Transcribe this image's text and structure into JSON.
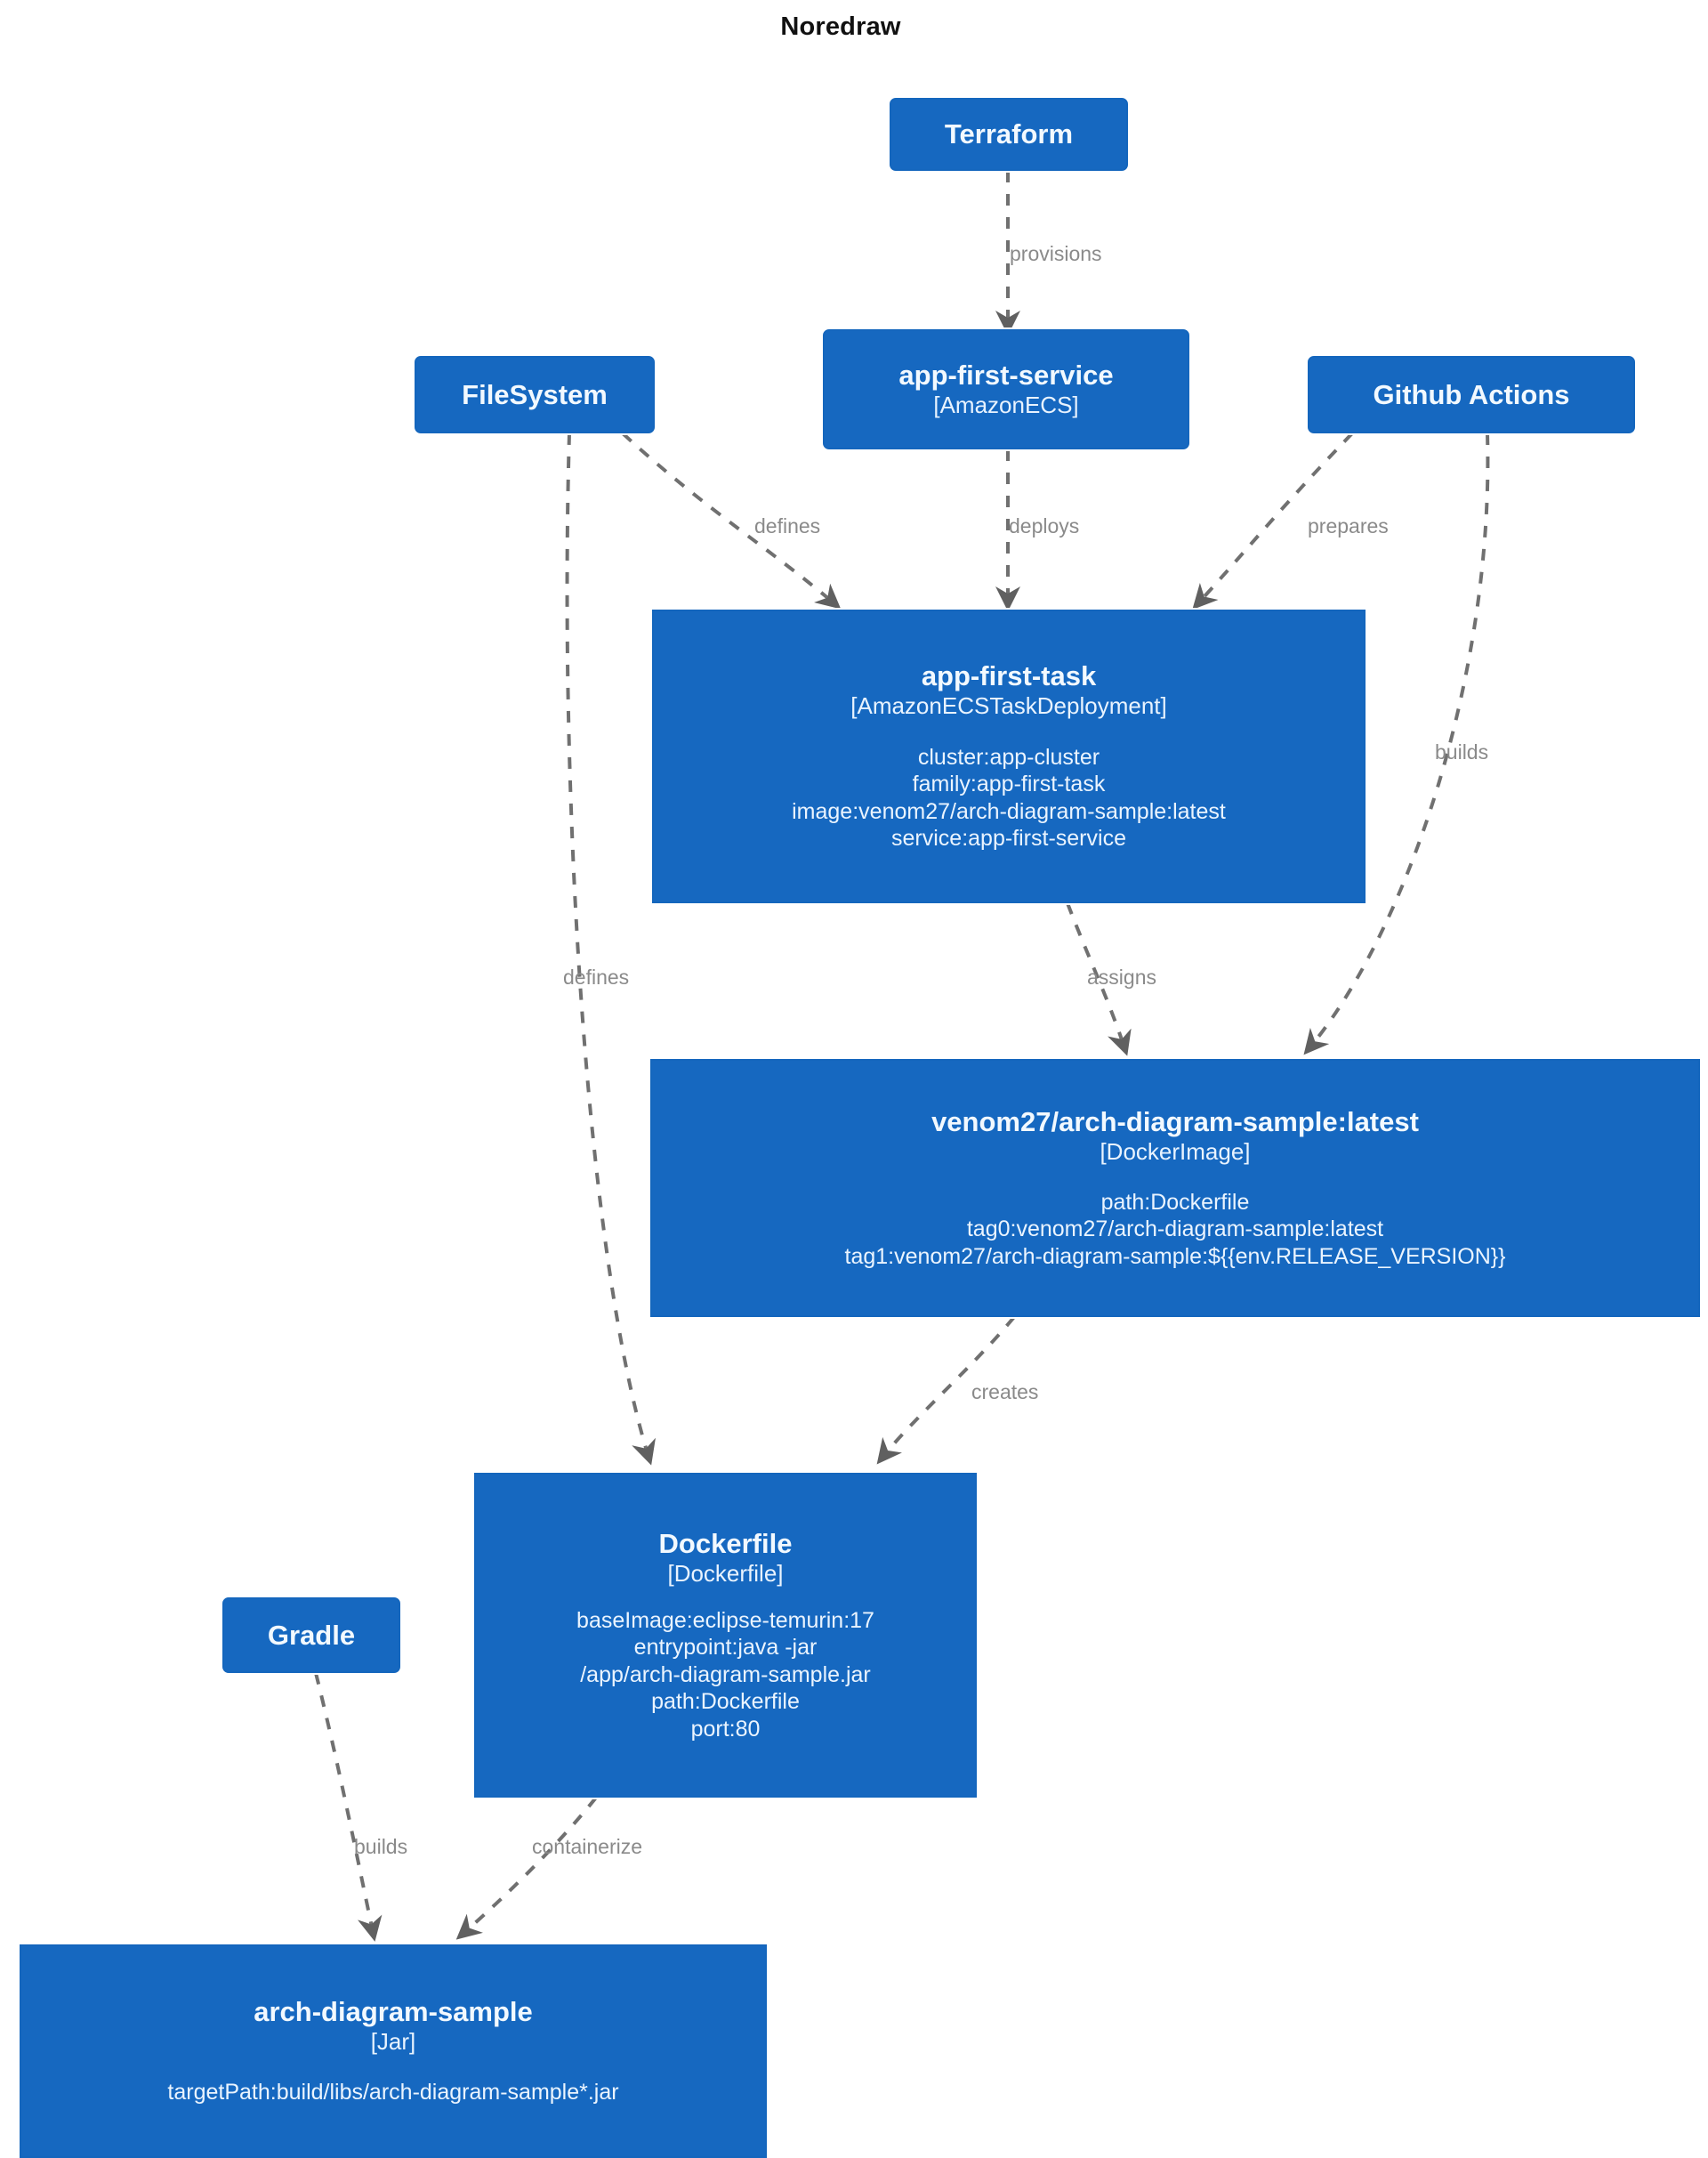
{
  "diagram": {
    "title": "Noredraw",
    "type": "architecture-diagram",
    "colors": {
      "node_fill": "#1668c0",
      "node_text": "#ffffff",
      "edge": "#707070",
      "edge_label": "#8a8a8a",
      "background": "#ffffff"
    },
    "nodes": [
      {
        "id": "terraform",
        "title": "Terraform",
        "type": "",
        "props": ""
      },
      {
        "id": "filesystem",
        "title": "FileSystem",
        "type": "",
        "props": ""
      },
      {
        "id": "app-first-service",
        "title": "app-first-service",
        "type": "[AmazonECS]",
        "props": ""
      },
      {
        "id": "github-actions",
        "title": "Github Actions",
        "type": "",
        "props": ""
      },
      {
        "id": "app-first-task",
        "title": "app-first-task",
        "type": "[AmazonECSTaskDeployment]",
        "props": "cluster:app-cluster\nfamily:app-first-task\nimage:venom27/arch-diagram-sample:latest\nservice:app-first-service"
      },
      {
        "id": "docker-image",
        "title": "venom27/arch-diagram-sample:latest",
        "type": "[DockerImage]",
        "props": "path:Dockerfile\ntag0:venom27/arch-diagram-sample:latest\ntag1:venom27/arch-diagram-sample:${{env.RELEASE_VERSION}}"
      },
      {
        "id": "dockerfile",
        "title": "Dockerfile",
        "type": "[Dockerfile]",
        "props": "baseImage:eclipse-temurin:17\nentrypoint:java -jar\n/app/arch-diagram-sample.jar\npath:Dockerfile\nport:80"
      },
      {
        "id": "gradle",
        "title": "Gradle",
        "type": "",
        "props": ""
      },
      {
        "id": "jar",
        "title": "arch-diagram-sample",
        "type": "[Jar]",
        "props": "targetPath:build/libs/arch-diagram-sample*.jar"
      }
    ],
    "edges": [
      {
        "from": "terraform",
        "to": "app-first-service",
        "label": "provisions"
      },
      {
        "from": "filesystem",
        "to": "app-first-task",
        "label": "defines"
      },
      {
        "from": "app-first-service",
        "to": "app-first-task",
        "label": "deploys"
      },
      {
        "from": "github-actions",
        "to": "app-first-task",
        "label": "prepares"
      },
      {
        "from": "github-actions",
        "to": "docker-image",
        "label": "builds"
      },
      {
        "from": "app-first-task",
        "to": "docker-image",
        "label": "assigns"
      },
      {
        "from": "filesystem",
        "to": "dockerfile",
        "label": "defines"
      },
      {
        "from": "docker-image",
        "to": "dockerfile",
        "label": "creates"
      },
      {
        "from": "gradle",
        "to": "jar",
        "label": "builds"
      },
      {
        "from": "dockerfile",
        "to": "jar",
        "label": "containerize"
      }
    ]
  }
}
